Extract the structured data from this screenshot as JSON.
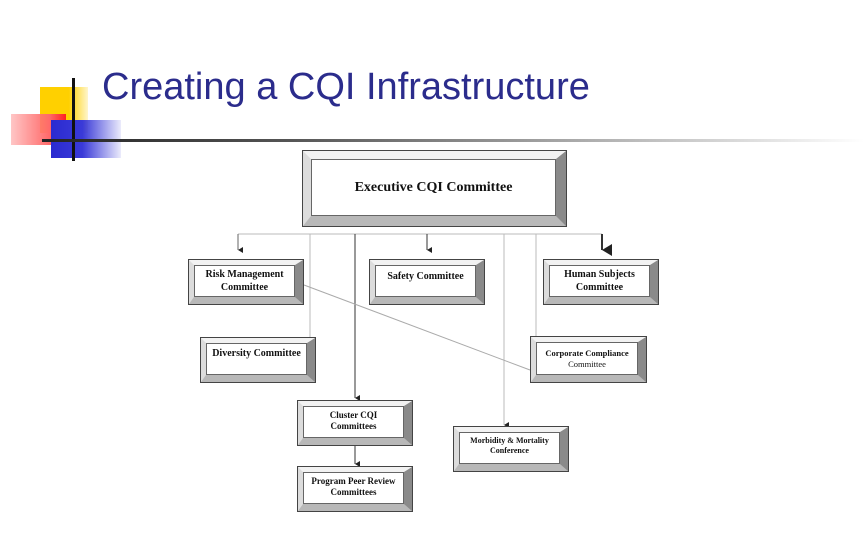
{
  "slide": {
    "title": "Creating a CQI Infrastructure",
    "accent_color": "#2b2c8c"
  },
  "org_chart": {
    "executive": {
      "label": "Executive CQI Committee"
    },
    "committees": [
      {
        "id": "risk",
        "line1": "Risk Management",
        "line2": "Committee"
      },
      {
        "id": "safety",
        "line1": "Safety Committee",
        "line2": ""
      },
      {
        "id": "human",
        "line1": "Human Subjects",
        "line2": "Committee"
      },
      {
        "id": "diversity",
        "line1": "Diversity Committee",
        "line2": ""
      },
      {
        "id": "compliance",
        "line1": "Corporate Compliance",
        "line2": "Committee"
      },
      {
        "id": "cluster",
        "line1": "Cluster CQI",
        "line2": "Committees"
      },
      {
        "id": "mm",
        "line1": "Morbidity & Mortality",
        "line2": "Conference"
      },
      {
        "id": "peer",
        "line1": "Program Peer Review",
        "line2": "Committees"
      }
    ]
  }
}
